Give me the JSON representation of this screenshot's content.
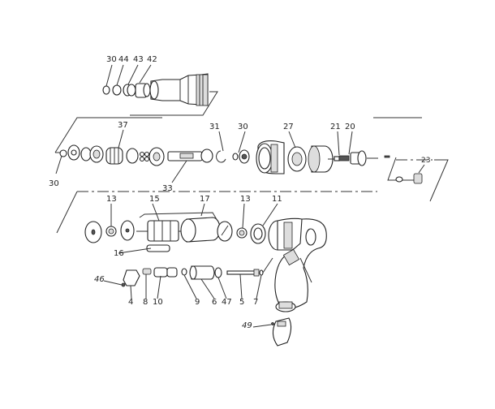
{
  "diagram": {
    "type": "exploded-parts-diagram",
    "subject": "pneumatic air tool",
    "groups": [
      {
        "name": "nose-assembly",
        "labels": [
          "30",
          "44",
          "43",
          "42"
        ]
      },
      {
        "name": "cylinder-valve-assembly",
        "labels": [
          "37",
          "30",
          "33",
          "31",
          "30",
          "27",
          "21",
          "20",
          "23"
        ]
      },
      {
        "name": "motor-assembly",
        "labels": [
          "13",
          "15",
          "17",
          "13",
          "11",
          "16"
        ]
      },
      {
        "name": "throttle-handle-assembly",
        "labels": [
          "46",
          "4",
          "8",
          "10",
          "9",
          "6",
          "47",
          "5",
          "7",
          "49"
        ]
      }
    ]
  },
  "labels": {
    "l30a": "30",
    "l44": "44",
    "l43": "43",
    "l42": "42",
    "l37": "37",
    "l30b": "30",
    "l33": "33",
    "l31": "31",
    "l30c": "30",
    "l27": "27",
    "l21": "21",
    "l20": "20",
    "l23": "23",
    "l13a": "13",
    "l15": "15",
    "l17": "17",
    "l13b": "13",
    "l11": "11",
    "l16": "16",
    "l46": "46",
    "l4": "4",
    "l8": "8",
    "l10": "10",
    "l9": "9",
    "l6": "6",
    "l47": "47",
    "l5": "5",
    "l7": "7",
    "l49": "49"
  }
}
